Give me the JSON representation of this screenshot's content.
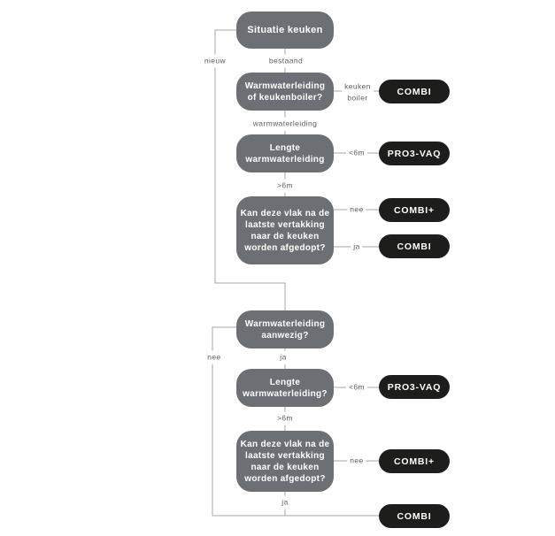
{
  "flowchart": {
    "colors": {
      "box_fill": "#6c6f73",
      "pill_fill": "#1d1d1b",
      "node_text": "#ffffff",
      "edge_label_text": "#5e5e60",
      "connector_line": "#a7a7a7",
      "background": "#ffffff"
    },
    "boxes": [
      {
        "id": "situatie-keuken",
        "label": "Situatie keuken"
      },
      {
        "id": "warmwaterleiding-of-keukenboiler",
        "label": "Warmwaterleiding\nof keukenboiler?"
      },
      {
        "id": "lengte-warmwaterleiding-bestaand",
        "label": "Lengte\nwarmwaterleiding"
      },
      {
        "id": "afdoppen-bestaand",
        "label": "Kan deze vlak na de\nlaatste vertakking\nnaar de keuken\nworden afgedopt?"
      },
      {
        "id": "warmwaterleiding-aanwezig",
        "label": "Warmwaterleiding\naanwezig?"
      },
      {
        "id": "lengte-warmwaterleiding-nieuw",
        "label": "Lengte\nwarmwaterleiding?"
      },
      {
        "id": "afdoppen-nieuw",
        "label": "Kan deze vlak na de\nlaatste vertakking\nnaar de keuken\nworden afgedopt?"
      }
    ],
    "results": [
      {
        "id": "result-combi-keukenboiler",
        "label": "COMBI"
      },
      {
        "id": "result-pro3vaq-bestaand",
        "label": "PRO3-VAQ"
      },
      {
        "id": "result-combi-plus-bestaand",
        "label": "COMBI+"
      },
      {
        "id": "result-combi-bestaand",
        "label": "COMBI"
      },
      {
        "id": "result-pro3vaq-nieuw",
        "label": "PRO3-VAQ"
      },
      {
        "id": "result-combi-plus-nieuw",
        "label": "COMBI+"
      },
      {
        "id": "result-combi-nieuw",
        "label": "COMBI"
      }
    ],
    "edge_labels": [
      {
        "id": "nieuw",
        "label": "nieuw"
      },
      {
        "id": "bestaand",
        "label": "bestaand"
      },
      {
        "id": "keuken-boiler",
        "label": "keuken\nboiler"
      },
      {
        "id": "warmwaterleiding",
        "label": "warmwaterleiding"
      },
      {
        "id": "lt6m-bestaand",
        "label": "<6m"
      },
      {
        "id": "gt6m-bestaand",
        "label": ">6m"
      },
      {
        "id": "nee-bestaand",
        "label": "nee"
      },
      {
        "id": "ja-bestaand",
        "label": "ja"
      },
      {
        "id": "nee-nieuw",
        "label": "nee"
      },
      {
        "id": "ja-nieuw",
        "label": "ja"
      },
      {
        "id": "lt6m-nieuw",
        "label": "<6m"
      },
      {
        "id": "gt6m-nieuw",
        "label": ">6m"
      },
      {
        "id": "nee-afdop-nieuw",
        "label": "nee"
      },
      {
        "id": "ja-afdop-nieuw",
        "label": "ja"
      }
    ]
  }
}
